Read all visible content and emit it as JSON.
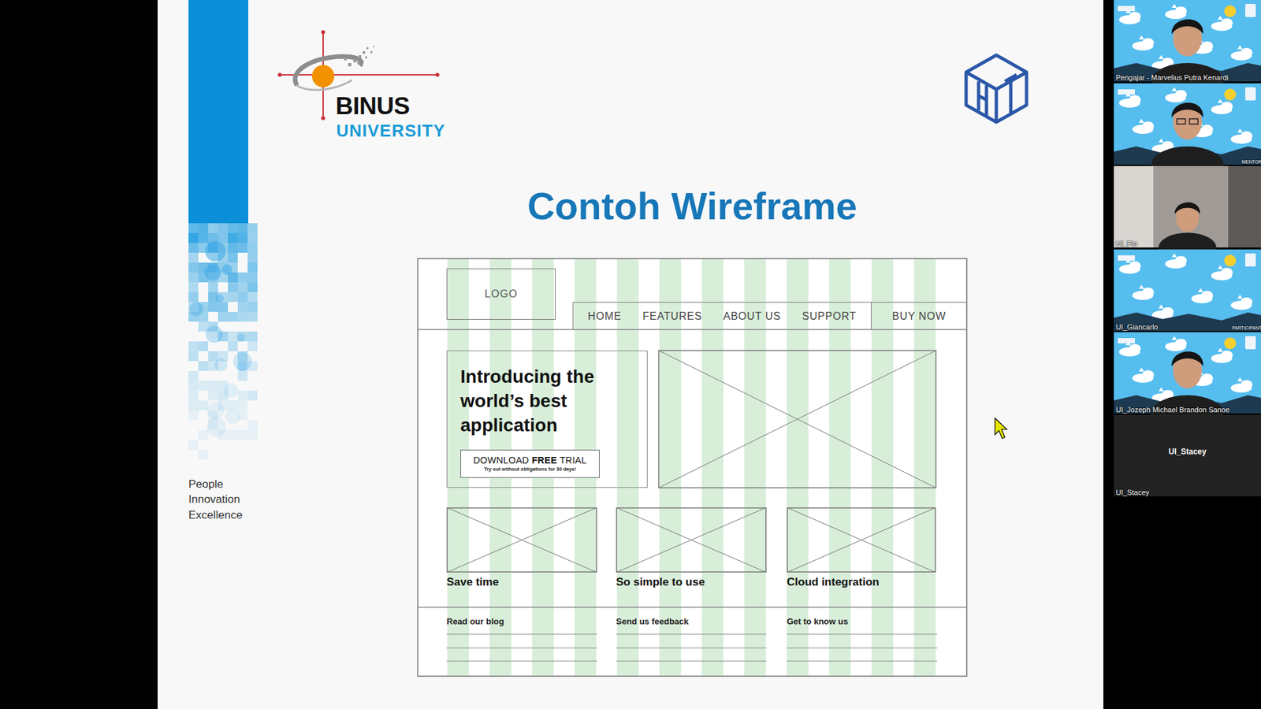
{
  "diagram": {
    "title": "Contoh Wireframe",
    "nodes": [
      {
        "text": [
          "LOGO"
        ]
      },
      {
        "text": [
          "HOME",
          "FEATURES",
          "ABOUT US",
          "SUPPORT"
        ]
      },
      {
        "text": [
          "BUY NOW"
        ]
      },
      {
        "text": [
          "Introducing the world’s best application"
        ]
      },
      {
        "text": [
          "DOWNLOAD FREE TRIAL",
          "Try out without obligations for 30 days!"
        ],
        "in": 3
      },
      {
        "text": [
          "Save time"
        ]
      },
      {
        "text": [
          "So simple to use"
        ]
      },
      {
        "text": [
          "Cloud integration"
        ]
      },
      {
        "text": [
          "Pengajar - Marvelius Putra Kenardi"
        ]
      },
      {
        "text": [
          "MENTOR"
        ]
      },
      {
        "text": [
          "UI_Fio"
        ]
      },
      {
        "text": [
          "UI_Giancarlo",
          "PARTICIPANT"
        ]
      },
      {
        "text": [
          "UI_Jozeph Michael Brandon Sanoe"
        ]
      },
      {
        "text": [
          "UI_Stacey",
          "UI_Stacey"
        ]
      }
    ],
    "labels": [
      "BINUS",
      "UNIVERSITY",
      "People Innovation Excellence",
      "Read our blog",
      "Send us feedback",
      "Get to know us"
    ]
  }
}
